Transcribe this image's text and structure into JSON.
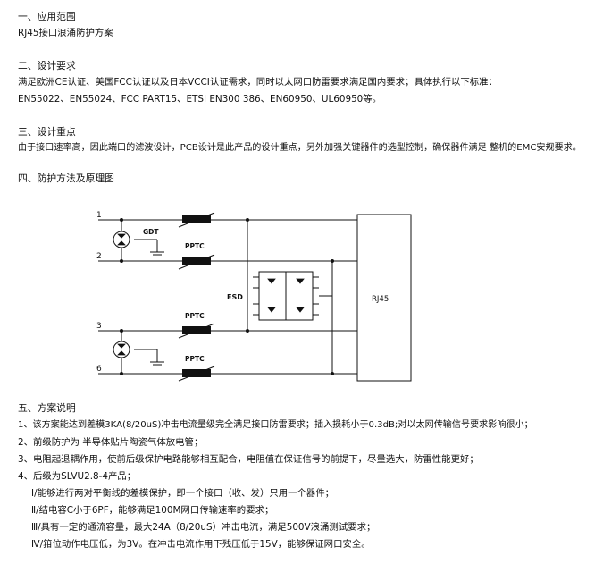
{
  "sections": {
    "s1": {
      "title": "一、应用范围",
      "line1": "RJ45接口浪涌防护方案"
    },
    "s2": {
      "title": "二、设计要求",
      "line1": "满足欧洲CE认证、美国FCC认证以及日本VCCI认证需求，同时以太网口防雷要求满足国内要求；具体执行以下标准：",
      "line2": "EN55022、EN55024、FCC PART15、ETSI EN300 386、EN60950、UL60950等。"
    },
    "s3": {
      "title": "三、设计重点",
      "line1": "由于接口速率高，因此端口的滤波设计，PCB设计是此产品的设计重点，另外加强关键器件的选型控制，确保器件满足 整机的EMC安规要求。"
    },
    "s4": {
      "title": "四、防护方法及原理图"
    },
    "s5": {
      "title": "五、方案说明",
      "items": [
        "1、该方案能达到差模3KA(8/20uS)冲击电流量级完全满足接口防雷要求；插入损耗小于0.3dB;对以太网传输信号要求影响很小；",
        "2、前级防护为 半导体贴片陶瓷气体放电管；",
        "3、电阻起退耦作用，使前后级保护电路能够相互配合，电阻值在保证信号的前提下，尽量选大，防雷性能更好；",
        "4、后级为SLVU2.8-4产品；"
      ],
      "subitems": [
        "Ⅰ/能够进行两对平衡线的差模保护，即一个接口（收、发）只用一个器件；",
        "Ⅱ/结电容C小于6PF，能够满足100M网口传输速率的要求；",
        "Ⅲ/具有一定的通流容量，最大24A（8/20uS）冲击电流，满足500V浪涌测试要求；",
        "Ⅳ/箝位动作电压低，为3V。在冲击电流作用下残压低于15V，能够保证网口安全。"
      ]
    }
  },
  "diagram": {
    "pins": [
      "1",
      "2",
      "3",
      "6"
    ],
    "gdt_label": "GDT",
    "pptc_label": "PPTC",
    "esd_label": "ESD",
    "connector_label": "RJ45"
  }
}
